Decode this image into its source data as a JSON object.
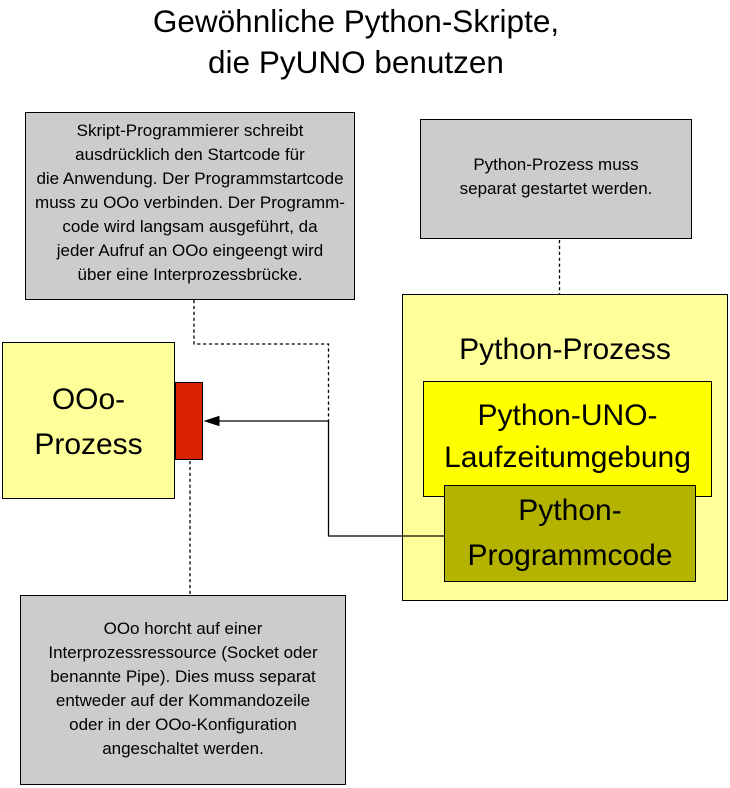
{
  "title": {
    "lines": [
      "Gewöhnliche Python-Skripte,",
      "die PyUNO benutzen"
    ]
  },
  "callouts": {
    "start_code": {
      "lines": [
        "Skript-Programmierer schreibt",
        "ausdrücklich den Startcode für",
        "die Anwendung. Der Programmstartcode",
        "muss zu OOo verbinden. Der Programm-",
        "code wird langsam ausgeführt, da",
        "jeder Aufruf an OOo eingeengt wird",
        "über eine Interprozessbrücke."
      ]
    },
    "separate_start": {
      "lines": [
        "Python-Prozess muss",
        "separat gestartet werden."
      ]
    },
    "listen": {
      "lines": [
        "OOo horcht auf einer",
        "Interprozessressource (Socket oder",
        "benannte Pipe). Dies muss separat",
        "entweder auf der Kommandozeile",
        "oder in der OOo-Konfiguration",
        "angeschaltet werden."
      ]
    }
  },
  "nodes": {
    "ooo_process": {
      "lines": [
        "OOo-",
        "Prozess"
      ]
    },
    "python_process": {
      "label": "Python-Prozess"
    },
    "pyuno_runtime": {
      "lines": [
        "Python-UNO-",
        "Laufzeitumgebung"
      ]
    },
    "python_code": {
      "lines": [
        "Python-",
        "Programmcode"
      ]
    }
  },
  "colors": {
    "canvas-bg": "#ffffff",
    "callout-bg": "#cccccc",
    "process-bg": "#ffff99",
    "runtime-bg": "#ffff00",
    "code-bg": "#b3b300",
    "bridge-bg": "#da2300",
    "line": "#000000",
    "text": "#000000"
  }
}
